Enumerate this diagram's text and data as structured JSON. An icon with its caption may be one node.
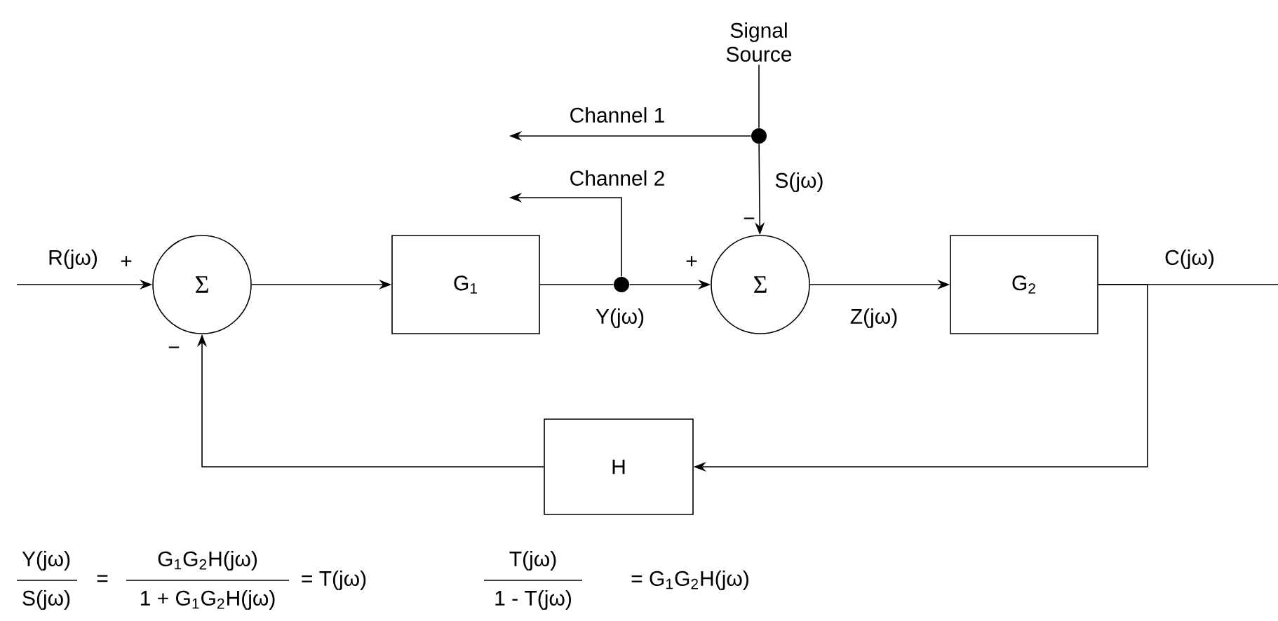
{
  "diagram": {
    "nodes": [
      {
        "text": [
          "Σ"
        ]
      },
      {
        "text": [
          "G$_{1}$"
        ]
      },
      {
        "text": [],
        "shape": "circle"
      },
      {
        "text": [
          "Σ"
        ]
      },
      {
        "text": [
          "G$_{2}$"
        ]
      },
      {
        "text": [
          "H"
        ]
      },
      {
        "text": [],
        "shape": "circle"
      },
      {
        "text": [
          "Signal Source"
        ]
      }
    ],
    "edges": [
      {
        "from": null,
        "to": 0,
        "arrow": "to",
        "label": "R(jω)"
      },
      {
        "from": 0,
        "to": 1,
        "arrow": "to"
      },
      {
        "from": 1,
        "to": 2,
        "arrow": "none"
      },
      {
        "from": 2,
        "to": 3,
        "arrow": "to",
        "label": "Y(jω)"
      },
      {
        "from": 3,
        "to": 4,
        "arrow": "to",
        "label": "Z(jω)"
      },
      {
        "from": 4,
        "to": null,
        "arrow": "none",
        "label": "C(jω)"
      },
      {
        "from": 4,
        "to": 5,
        "arrow": "to"
      },
      {
        "from": 5,
        "to": 0,
        "arrow": "to"
      },
      {
        "from": 7,
        "to": 6,
        "arrow": "none"
      },
      {
        "from": 6,
        "to": 3,
        "arrow": "to",
        "label": "S(jω)"
      },
      {
        "from": 6,
        "to": null,
        "arrow": "to",
        "label": "Channel 1"
      },
      {
        "from": 2,
        "to": null,
        "arrow": "to",
        "label": "Channel 2"
      }
    ],
    "labels": [
      "−",
      "+",
      "+",
      "−",
      "Y(jω)",
      "S(jω)",
      "=",
      "G$_{1}$G$_{2}$H(jω)",
      "1 + G$_{1}$G$_{2}$H(jω)",
      "= T(jω)",
      "T(jω)",
      "1 - T(jω)",
      "= G$_{1}$G$_{2}$H(jω)"
    ]
  }
}
